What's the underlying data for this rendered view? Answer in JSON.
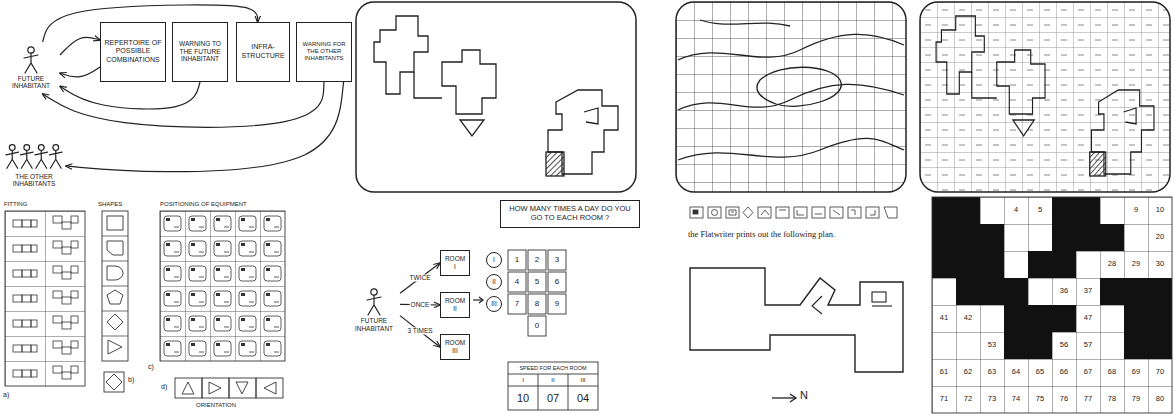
{
  "diagram": {
    "nodes": [
      {
        "text": [
          "FUTURE INHABITANT"
        ]
      },
      {
        "text": [
          "REPERTOIRE OF POSSIBLE COMBINATIONS"
        ]
      },
      {
        "text": [
          "WARNING TO THE FUTURE INHABITANT"
        ]
      },
      {
        "text": [
          "INFRA-STRUCTURE"
        ]
      },
      {
        "text": [
          "WARNING FOR THE OTHER INHABITANTS"
        ]
      },
      {
        "text": [
          "THE OTHER INHABITANTS"
        ]
      },
      {
        "text": [
          "HOW MANY TIMES A DAY DO YOU GO TO EACH ROOM ?"
        ]
      },
      {
        "text": [
          "FUTURE INHABITANT"
        ]
      },
      {
        "text": [
          "ROOM I"
        ]
      },
      {
        "text": [
          "ROOM II"
        ]
      },
      {
        "text": [
          "ROOM III"
        ]
      },
      {
        "text": [
          "I"
        ]
      },
      {
        "text": [
          "II"
        ]
      },
      {
        "text": [
          "III"
        ]
      }
    ],
    "edges": [
      {
        "from": 0,
        "to": 1,
        "arrow": "to"
      },
      {
        "from": 1,
        "to": 0,
        "arrow": "to"
      },
      {
        "from": 0,
        "to": 3,
        "arrow": "to"
      },
      {
        "from": 2,
        "to": 0,
        "arrow": "to"
      },
      {
        "from": 4,
        "to": 0,
        "arrow": "to"
      },
      {
        "from": 4,
        "to": 5,
        "arrow": "to"
      },
      {
        "from": 7,
        "to": 8,
        "label": "TWICE",
        "arrow": "to"
      },
      {
        "from": 7,
        "to": 9,
        "label": "ONCE",
        "arrow": "to"
      },
      {
        "from": 7,
        "to": 10,
        "label": "3 TIMES",
        "arrow": "to"
      }
    ],
    "labels": [
      "FITTING",
      "SHAPES",
      "POSITIONING OF EQUIPMENT",
      "a)",
      "b)",
      "c)",
      "d)",
      "ORIENTATION",
      "1",
      "2",
      "3",
      "4",
      "5",
      "6",
      "7",
      "8",
      "9",
      "0",
      "SPEED FOR EACH ROOM",
      "I",
      "II",
      "III",
      "10",
      "07",
      "04",
      "the Flatwriter prints out the following plan.",
      "N",
      "4",
      "5",
      "9",
      "10",
      "20",
      "28",
      "29",
      "30",
      "36",
      "37",
      "41",
      "42",
      "47",
      "53",
      "56",
      "57",
      "61",
      "62",
      "63",
      "64",
      "65",
      "66",
      "67",
      "68",
      "69",
      "70",
      "71",
      "72",
      "73",
      "74",
      "75",
      "76",
      "77",
      "78",
      "79",
      "80"
    ]
  }
}
